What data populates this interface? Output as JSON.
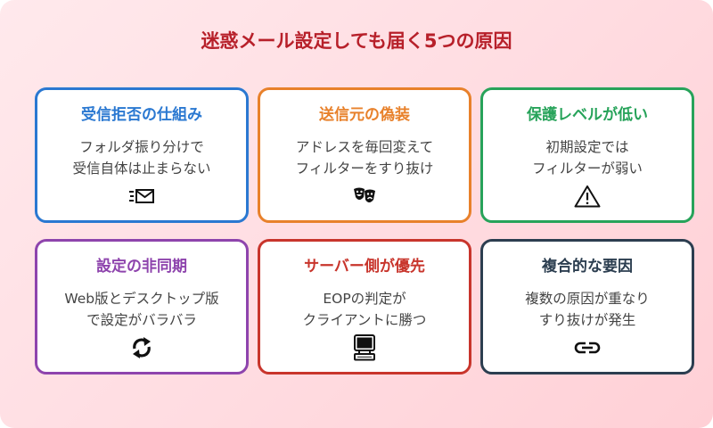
{
  "title": "迷惑メール設定しても届く5つの原因",
  "colors": {
    "title": "#b7202a",
    "background_start": "#ffe9ec",
    "background_end": "#ffd0d6"
  },
  "cards": [
    {
      "title": "受信拒否の仕組み",
      "desc_line1": "フォルダ振り分けで",
      "desc_line2": "受信自体は止まらない",
      "icon": "mail-sending-icon",
      "color": "#2a78d1"
    },
    {
      "title": "送信元の偽装",
      "desc_line1": "アドレスを毎回変えて",
      "desc_line2": "フィルターをすり抜け",
      "icon": "theater-masks-icon",
      "color": "#e8812b"
    },
    {
      "title": "保護レベルが低い",
      "desc_line1": "初期設定では",
      "desc_line2": "フィルターが弱い",
      "icon": "warning-triangle-icon",
      "color": "#27a35a"
    },
    {
      "title": "設定の非同期",
      "desc_line1": "Web版とデスクトップ版",
      "desc_line2": "で設定がバラバラ",
      "icon": "sync-arrows-icon",
      "color": "#8e44ad"
    },
    {
      "title": "サーバー側が優先",
      "desc_line1": "EOPの判定が",
      "desc_line2": "クライアントに勝つ",
      "icon": "computer-terminal-icon",
      "color": "#c8352c"
    },
    {
      "title": "複合的な要因",
      "desc_line1": "複数の原因が重なり",
      "desc_line2": "すり抜けが発生",
      "icon": "link-chain-icon",
      "color": "#2c3e50"
    }
  ]
}
